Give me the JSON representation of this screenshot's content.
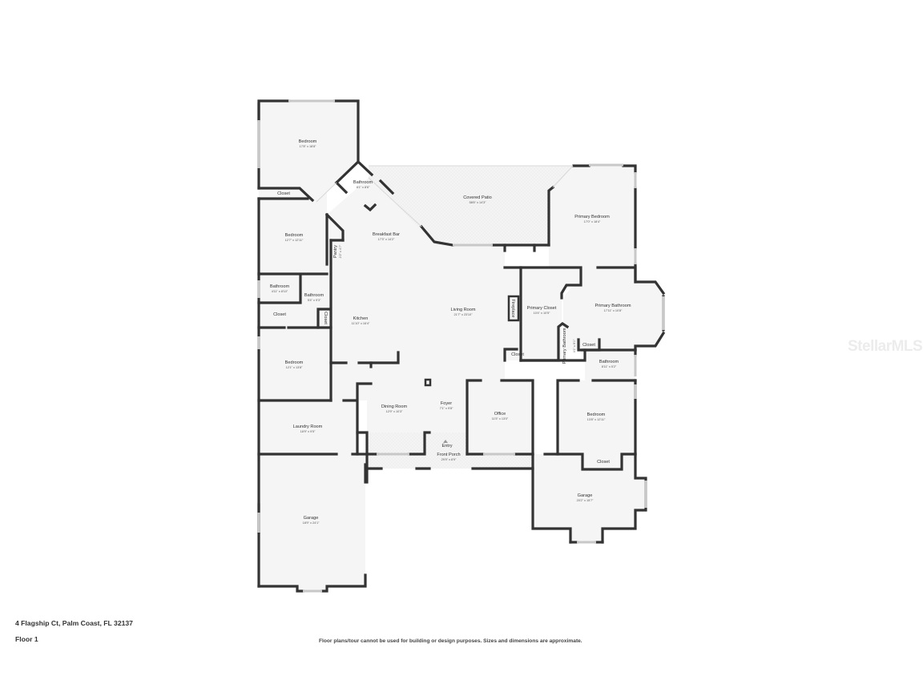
{
  "address": "4 Flagship Ct, Palm Coast, FL 32137",
  "floor": "Floor 1",
  "disclaimer": "Floor plans/tour cannot be used for building or design purposes. Sizes and dimensions are approximate.",
  "watermark": "StellarMLS",
  "rooms": [
    {
      "name": "Bedroom",
      "dim": "17'8\" x 18'8\""
    },
    {
      "name": "Bathroom",
      "dim": "8'1\" x 8'6\""
    },
    {
      "name": "Closet",
      "dim": ""
    },
    {
      "name": "Covered Patio",
      "dim": "58'6\" x 14'3\""
    },
    {
      "name": "Primary Bedroom",
      "dim": "17'0\" x 18'4\""
    },
    {
      "name": "Bedroom",
      "dim": "12'7\" x 12'11\""
    },
    {
      "name": "Breakfast Bar",
      "dim": "17'3\" x 14'2\""
    },
    {
      "name": "Pantry",
      "dim": "2'2\" x 4'7\""
    },
    {
      "name": "Bathroom",
      "dim": "4'11\" x 8'10\""
    },
    {
      "name": "Bathroom",
      "dim": "5'4\" x 9'3\""
    },
    {
      "name": "Closet",
      "dim": ""
    },
    {
      "name": "Closet",
      "dim": ""
    },
    {
      "name": "Kitchen",
      "dim": "11'10\" x 16'4\""
    },
    {
      "name": "Living Room",
      "dim": "21'7\" x 23'10\""
    },
    {
      "name": "Fireplace",
      "dim": ""
    },
    {
      "name": "Primary Closet",
      "dim": "10'4\" x 10'5\""
    },
    {
      "name": "Primary Bathroom",
      "dim": "17'11\" x 10'8\""
    },
    {
      "name": "Primary Bathroom",
      "dim": "4'1\" x 5'1\""
    },
    {
      "name": "Closet",
      "dim": ""
    },
    {
      "name": "Closet",
      "dim": ""
    },
    {
      "name": "Bathroom",
      "dim": "8'11\" x 5'2\""
    },
    {
      "name": "Bedroom",
      "dim": "12'1\" x 13'8\""
    },
    {
      "name": "Dining Room",
      "dim": "12'9\" x 10'3\""
    },
    {
      "name": "Foyer",
      "dim": "7'1\" x 9'8\""
    },
    {
      "name": "Office",
      "dim": "11'5\" x 13'0\""
    },
    {
      "name": "Bedroom",
      "dim": "13'8\" x 12'11\""
    },
    {
      "name": "Laundry Room",
      "dim": "18'9\" x 9'5\""
    },
    {
      "name": "Entry",
      "dim": ""
    },
    {
      "name": "Front Porch",
      "dim": "29'9\" x 6'9\""
    },
    {
      "name": "Closet",
      "dim": ""
    },
    {
      "name": "Garage",
      "dim": "20'2\" x 15'7\""
    },
    {
      "name": "Garage",
      "dim": "18'9\" x 24'1\""
    }
  ]
}
